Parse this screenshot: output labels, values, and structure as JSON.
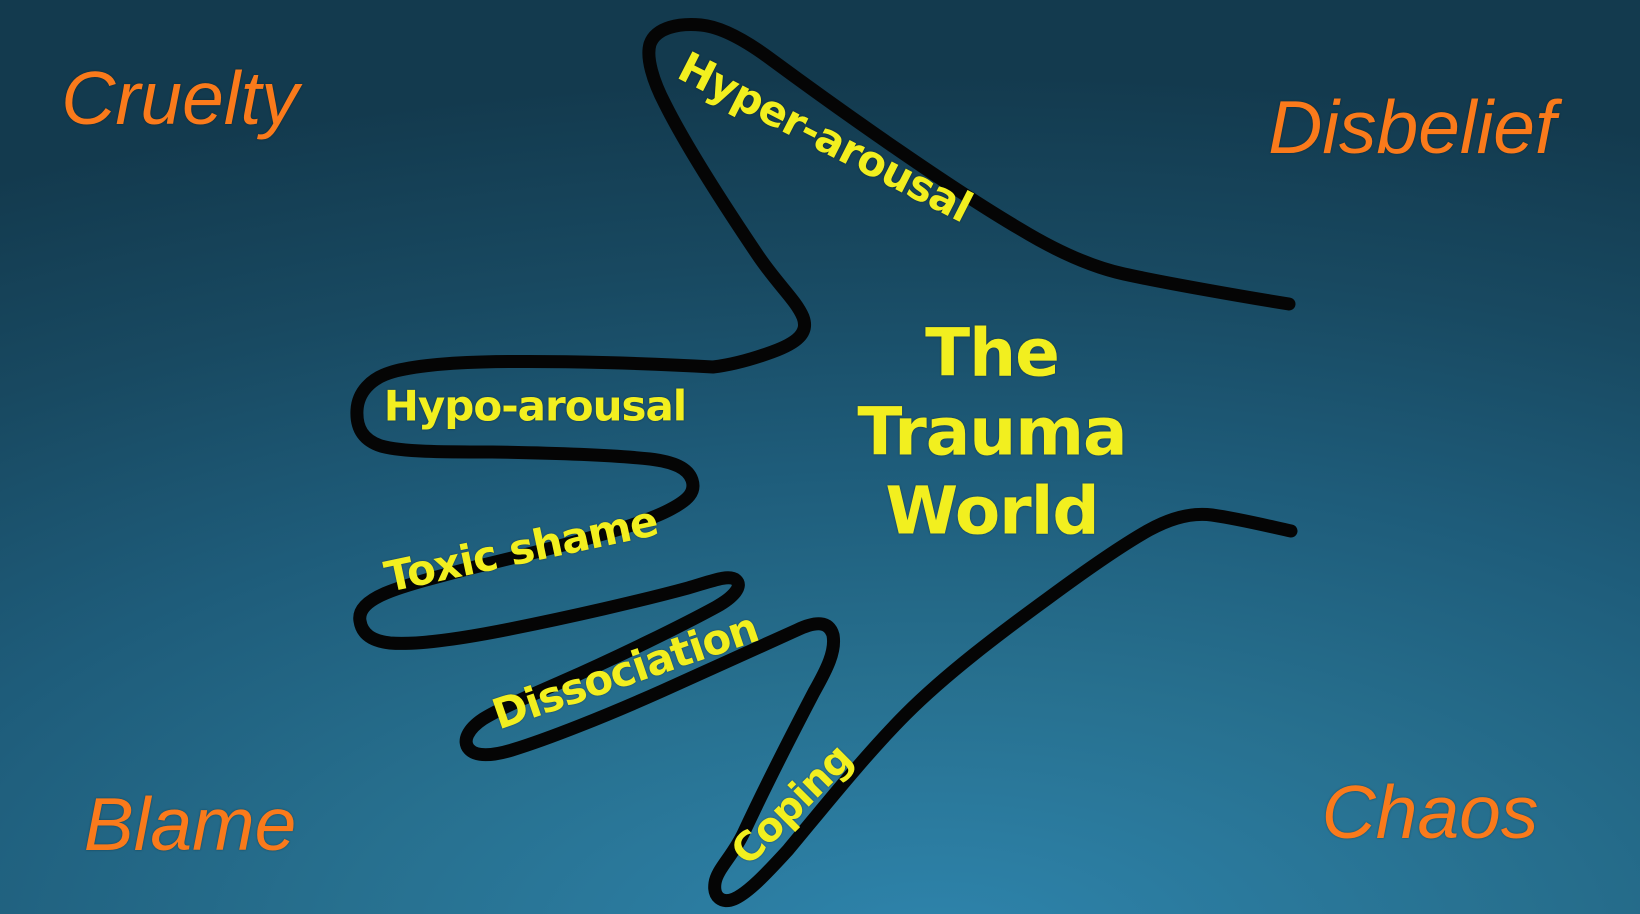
{
  "diagram_title": "The Trauma World",
  "colors": {
    "background_light_center": "#2e84ac",
    "background_mid": "#1e5c7a",
    "background_edge": "#133a4e",
    "hand_outline": "#050505",
    "finger_text": "#f2ef1f",
    "corner_text": "#fa7a1b"
  },
  "corner_labels": [
    {
      "position": "top-left",
      "text": "Cruelty"
    },
    {
      "position": "top-right",
      "text": "Disbelief"
    },
    {
      "position": "bottom-left",
      "text": "Blame"
    },
    {
      "position": "bottom-right",
      "text": "Chaos"
    }
  ],
  "palm_title": {
    "full_text": "The Trauma World",
    "line1": "The",
    "line2": "Trauma",
    "line3": "World"
  },
  "finger_labels": [
    {
      "finger": "thumb",
      "text": "Hyper-arousal"
    },
    {
      "finger": "index",
      "text": "Hypo-arousal"
    },
    {
      "finger": "middle",
      "text": "Toxic shame"
    },
    {
      "finger": "ring",
      "text": "Dissociation"
    },
    {
      "finger": "pinky",
      "text": "Coping"
    }
  ]
}
